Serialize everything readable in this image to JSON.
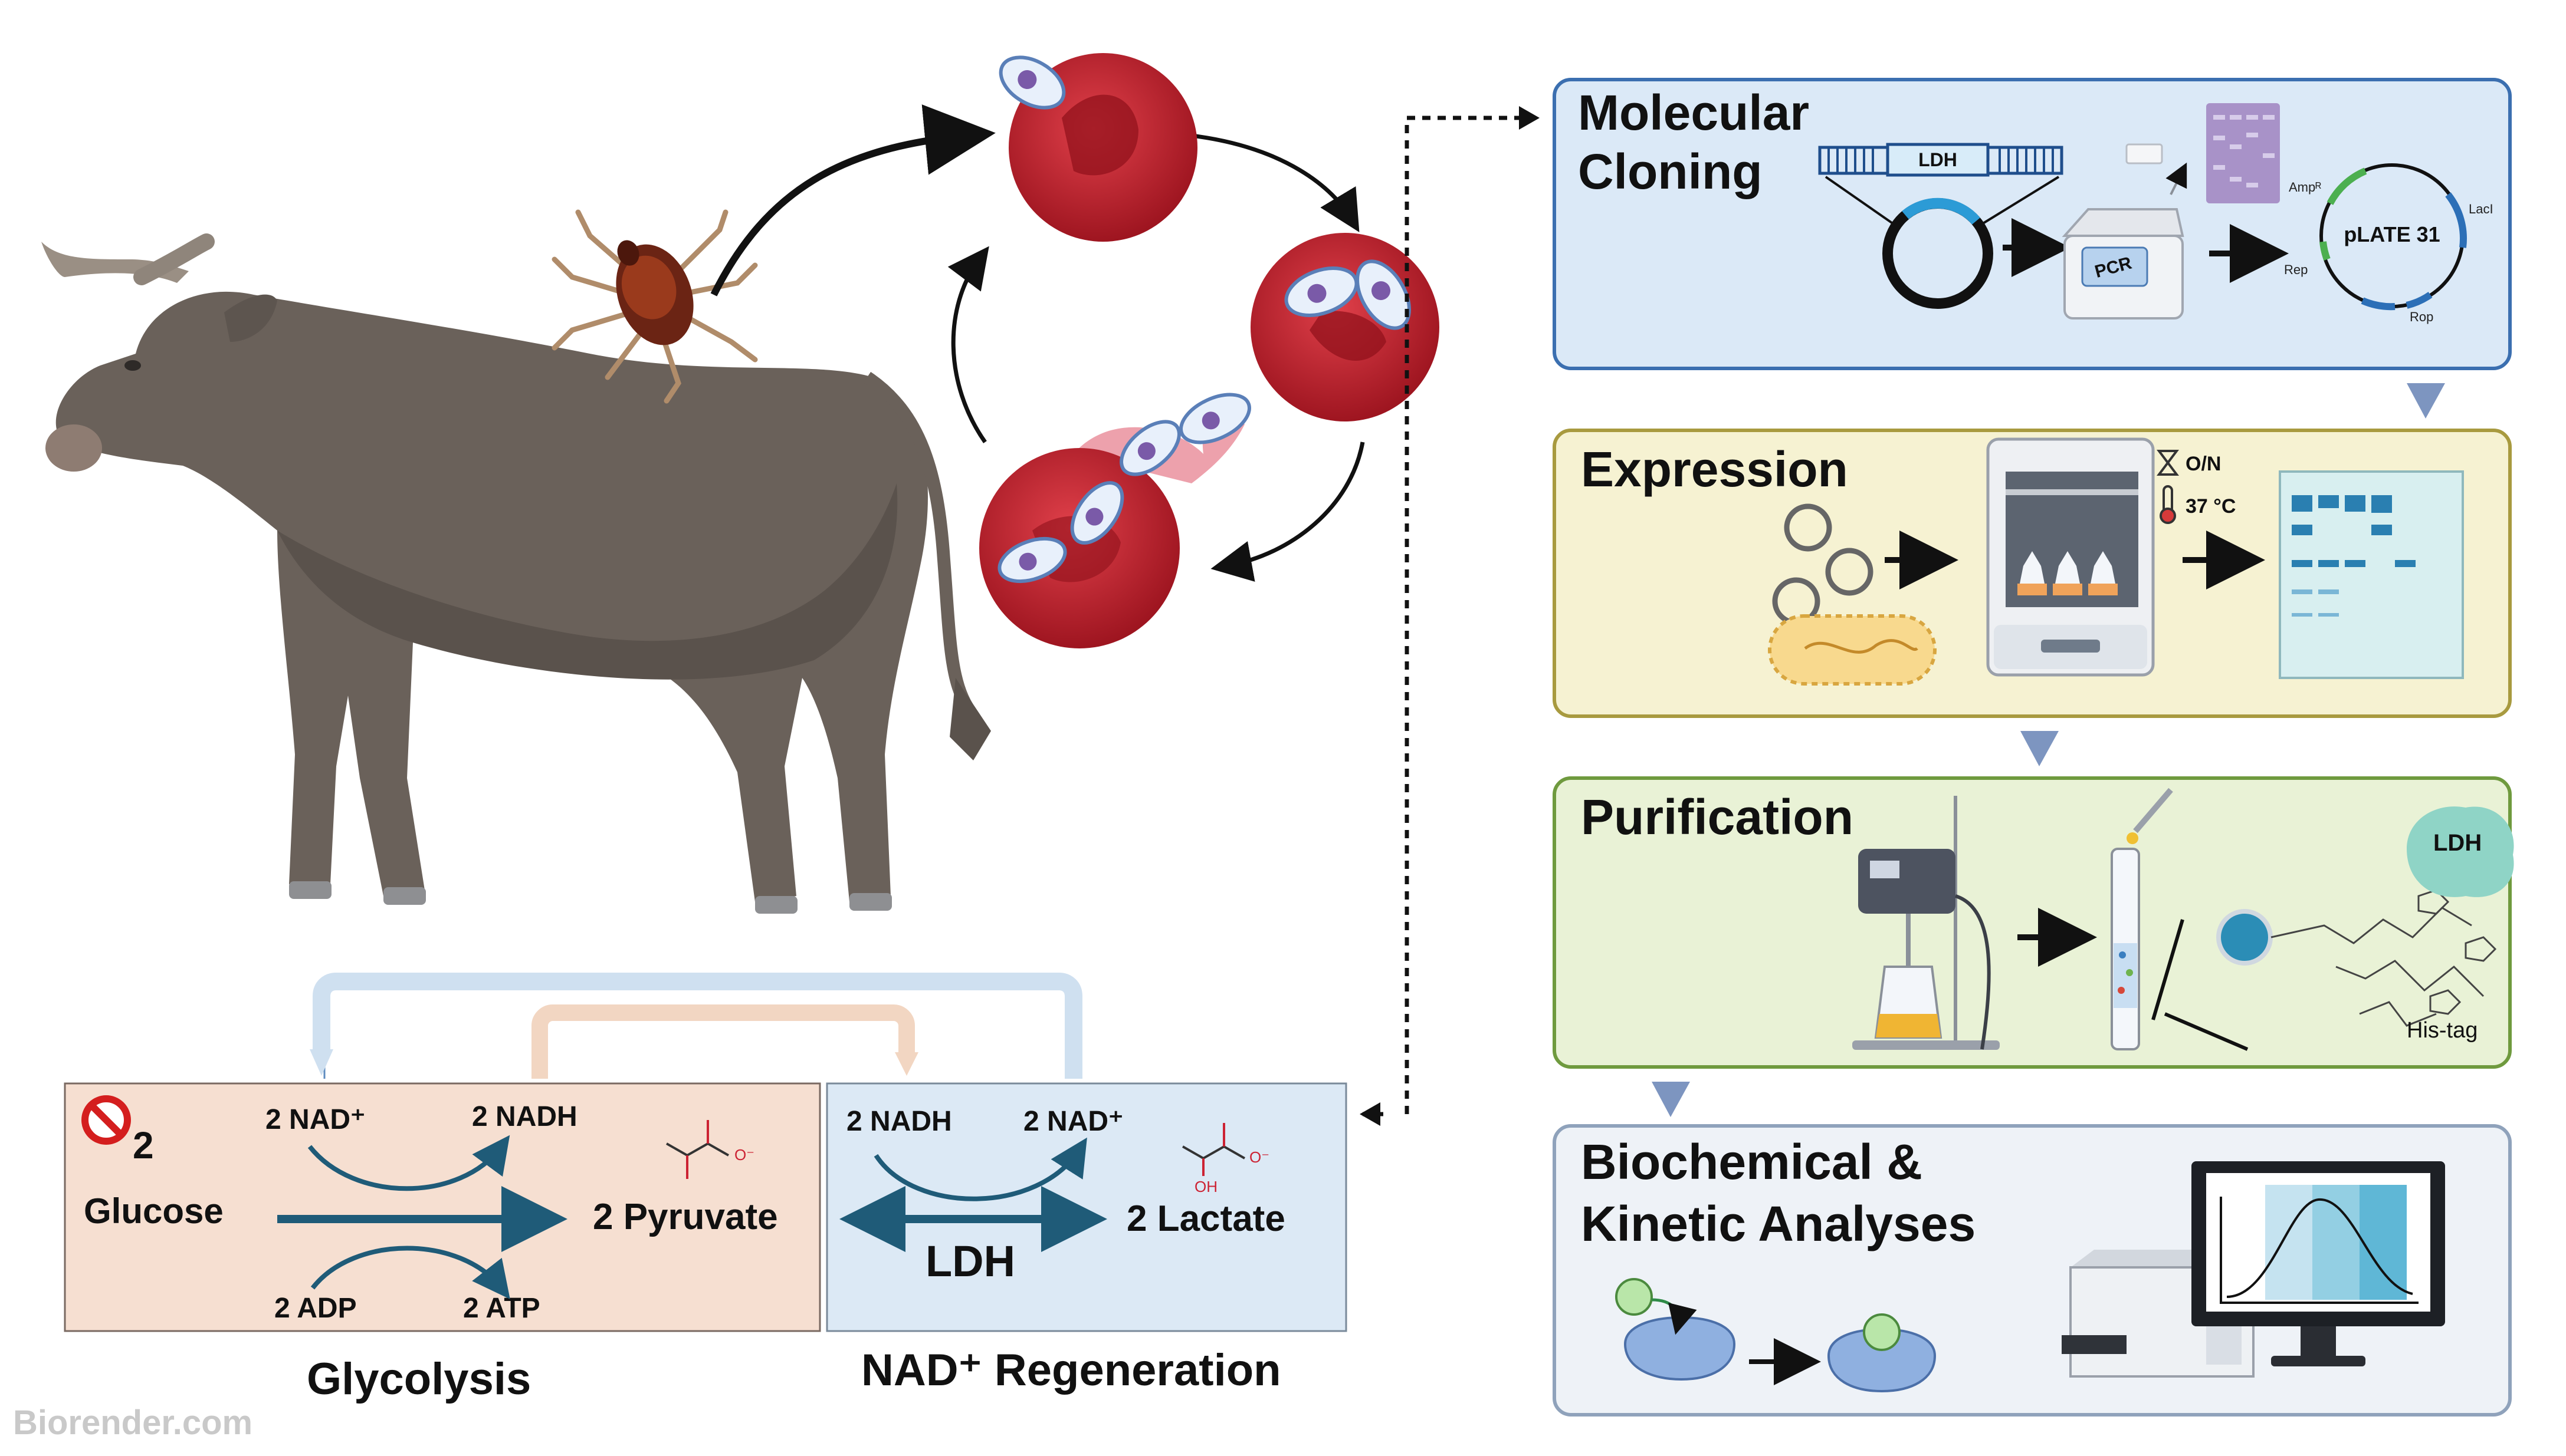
{
  "colors": {
    "cloning_panel_bg": "#dbe9f7",
    "cloning_panel_border": "#3b6fb0",
    "expression_panel_bg": "#f6f2d2",
    "expression_panel_border": "#a89a3f",
    "purification_panel_bg": "#e9f2d6",
    "purification_panel_border": "#6f9a3e",
    "analysis_panel_bg": "#eef2f7",
    "analysis_panel_border": "#8fa2bb",
    "glycolysis_box_bg": "#f6dfd1",
    "nad_box_bg": "#dce9f5",
    "red_cell": "#c8202e",
    "ldh_red": "#e3141b",
    "arrow_teal": "#1f5b78",
    "flow_triangle": "#7d95c0"
  },
  "panels": {
    "cloning": {
      "title_line1": "Molecular",
      "title_line2": "Cloning",
      "insert_label": "LDH",
      "pcr_label": "PCR",
      "plasmid_name": "pLATE 31",
      "plasmid_features": [
        "Ampᴿ",
        "LacI",
        "Rep",
        "Rop"
      ]
    },
    "expression": {
      "title": "Expression",
      "time_label": "O/N",
      "temp_label": "37 °C"
    },
    "purification": {
      "title": "Purification",
      "protein_label": "LDH",
      "tag_label": "His-tag"
    },
    "analysis": {
      "title_line1": "Biochemical &",
      "title_line2": "Kinetic Analyses"
    }
  },
  "pathway": {
    "o2_subscript": "2",
    "glycolysis": {
      "substrate": "Glucose",
      "product": "2 Pyruvate",
      "top_left": "2 NAD⁺",
      "top_right": "2 NADH",
      "bottom_left": "2 ADP",
      "bottom_right": "2 ATP",
      "caption": "Glycolysis"
    },
    "regeneration": {
      "top_left": "2 NADH",
      "top_right": "2 NAD⁺",
      "product": "2 Lactate",
      "enzyme": "LDH",
      "caption": "NAD⁺ Regeneration"
    },
    "pyruvate_charge": "O⁻",
    "lactate_charge": "O⁻",
    "lactate_oh": "OH"
  },
  "watermark": "Biorender.com",
  "icons": [
    "cow-icon",
    "tick-icon",
    "red-blood-cell-icon",
    "parasite-icon",
    "plasmid-icon",
    "pcr-machine-icon",
    "gel-icon",
    "incubator-icon",
    "hourglass-icon",
    "thermometer-icon",
    "sonicator-icon",
    "column-icon",
    "bead-icon",
    "plate-reader-icon",
    "monitor-icon",
    "enzyme-icon",
    "no-oxygen-icon"
  ]
}
